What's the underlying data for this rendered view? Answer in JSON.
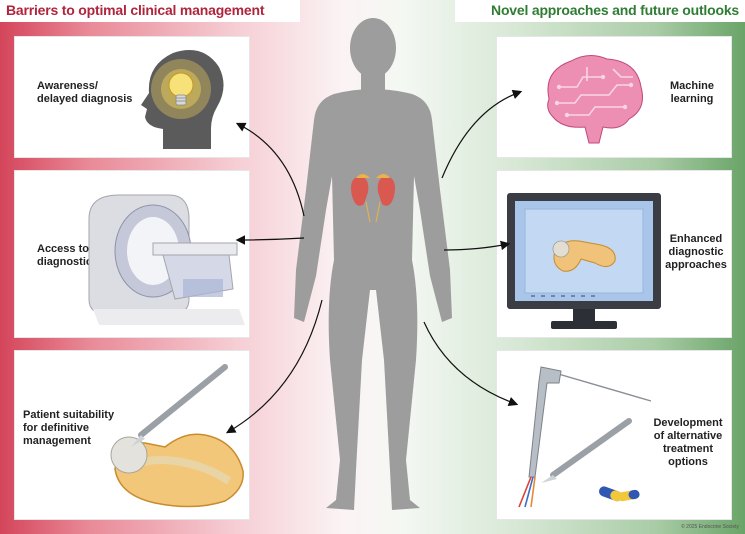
{
  "header": {
    "left_title": "Barriers to optimal clinical management",
    "right_title": "Novel approaches and future outlooks"
  },
  "barriers": [
    {
      "label_line1": "Awareness/",
      "label_line2": "delayed diagnosis",
      "illustration": "head-lightbulb-icon"
    },
    {
      "label_line1": "Access to",
      "label_line2": "diagnostics",
      "illustration": "mri-scanner-icon"
    },
    {
      "label_line1": "Patient suitability",
      "label_line2": "for definitive",
      "label_line3": "management",
      "illustration": "scalpel-adrenal-icon"
    }
  ],
  "approaches": [
    {
      "label_line1": "Machine",
      "label_line2": "learning",
      "illustration": "circuit-brain-icon"
    },
    {
      "label_line1": "Enhanced",
      "label_line2": "diagnostic",
      "label_line3": "approaches",
      "illustration": "monitor-scan-icon"
    },
    {
      "label_line1": "Development",
      "label_line2": "of alternative",
      "label_line3": "treatment options",
      "illustration": "ablation-probe-icon"
    }
  ],
  "footer": {
    "copyright": "© 2025 Endocrine Society"
  },
  "colors": {
    "barrier_accent": "#b0243c",
    "approach_accent": "#2f7d34",
    "silhouette": "#9d9d9d",
    "kidney": "#d9584f",
    "adrenal": "#e9b24a"
  }
}
